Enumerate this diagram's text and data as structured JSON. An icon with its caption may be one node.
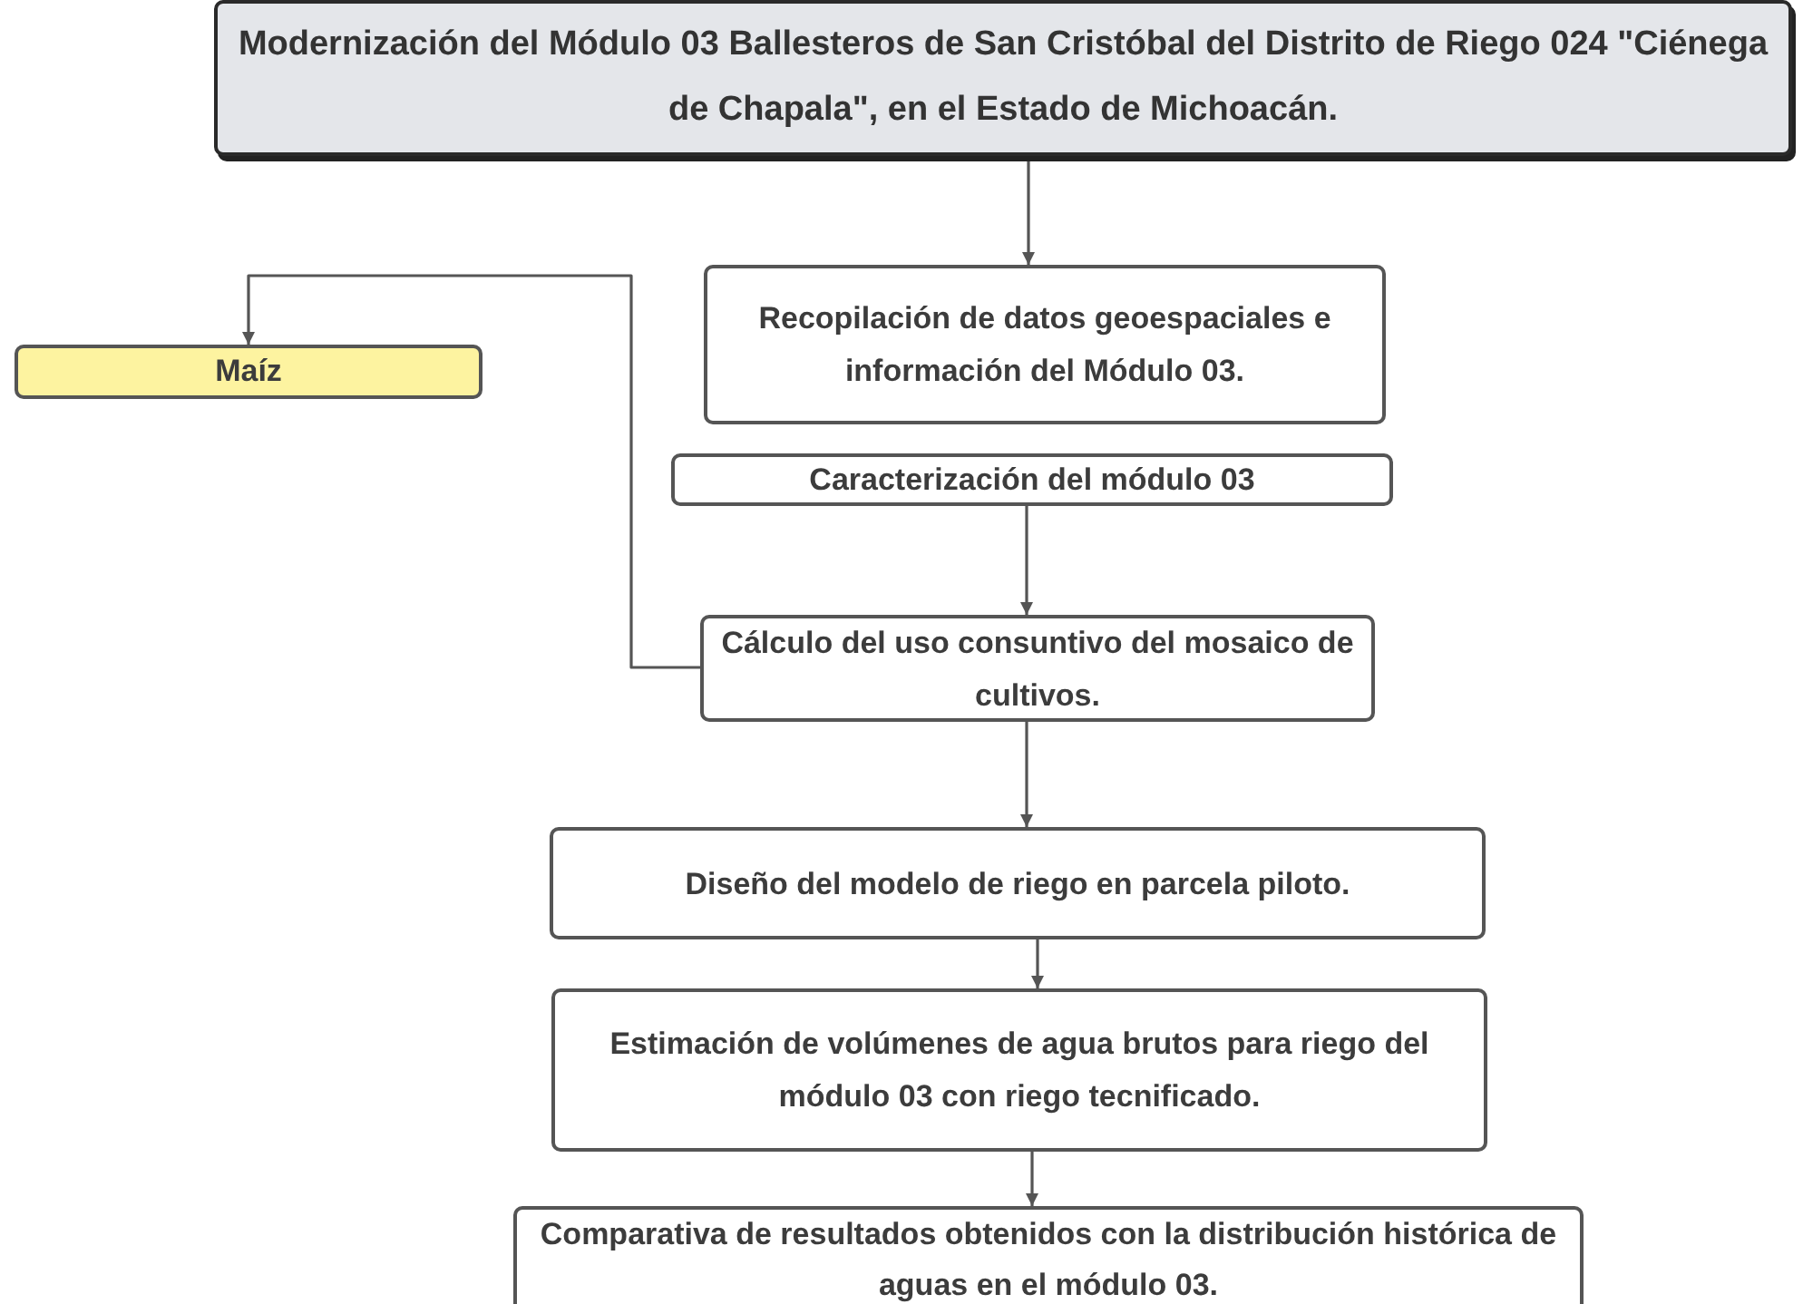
{
  "diagram": {
    "nodes": [
      {
        "text": [
          "Modernización del Módulo 03 Ballesteros de San Cristóbal del Distrito de Riego 024 \"Ciénega de Chapala\", en el Estado de Michoacán."
        ]
      },
      {
        "text": [
          "Recopilación de datos geoespaciales e información del Módulo 03."
        ]
      },
      {
        "text": [
          "Caracterización del módulo 03"
        ]
      },
      {
        "text": [
          "Cálculo del uso consuntivo del mosaico de cultivos."
        ]
      },
      {
        "text": [
          "Diseño del modelo de riego en parcela piloto."
        ]
      },
      {
        "text": [
          "Estimación de volúmenes de agua brutos para riego del módulo 03 con riego tecnificado."
        ]
      },
      {
        "text": [
          "Comparativa de  resultados  obtenidos con  la distribución histórica de aguas en el módulo 03."
        ]
      },
      {
        "text": [
          "Maíz"
        ]
      }
    ],
    "edges": [
      {
        "from": 0,
        "to": 1,
        "arrow": "to"
      },
      {
        "from": 2,
        "to": 3,
        "arrow": "to"
      },
      {
        "from": 3,
        "to": 7,
        "arrow": "to"
      },
      {
        "from": 3,
        "to": 4,
        "arrow": "to"
      },
      {
        "from": 4,
        "to": 5,
        "arrow": "to"
      },
      {
        "from": 5,
        "to": 6,
        "arrow": "to"
      }
    ]
  }
}
